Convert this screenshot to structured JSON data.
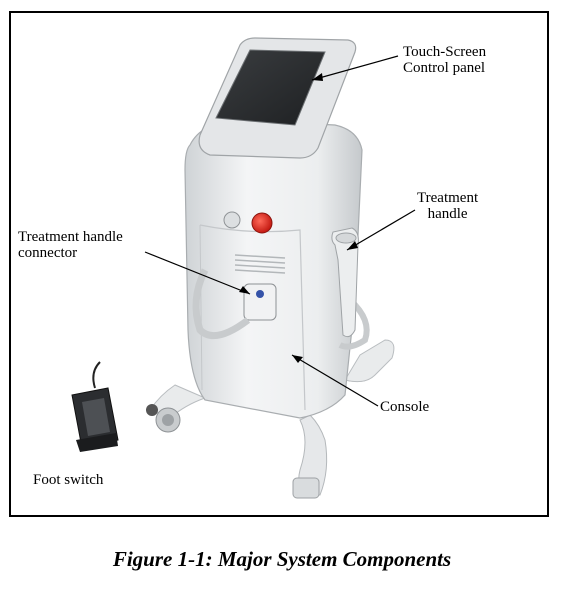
{
  "figure": {
    "labels": {
      "touch_screen": "Touch-Screen\nControl panel",
      "treatment_handle": "Treatment\nhandle",
      "handle_connector": "Treatment handle\nconnector",
      "console": "Console",
      "foot_switch": "Foot switch"
    },
    "caption": "Figure 1-1: Major System Components"
  }
}
